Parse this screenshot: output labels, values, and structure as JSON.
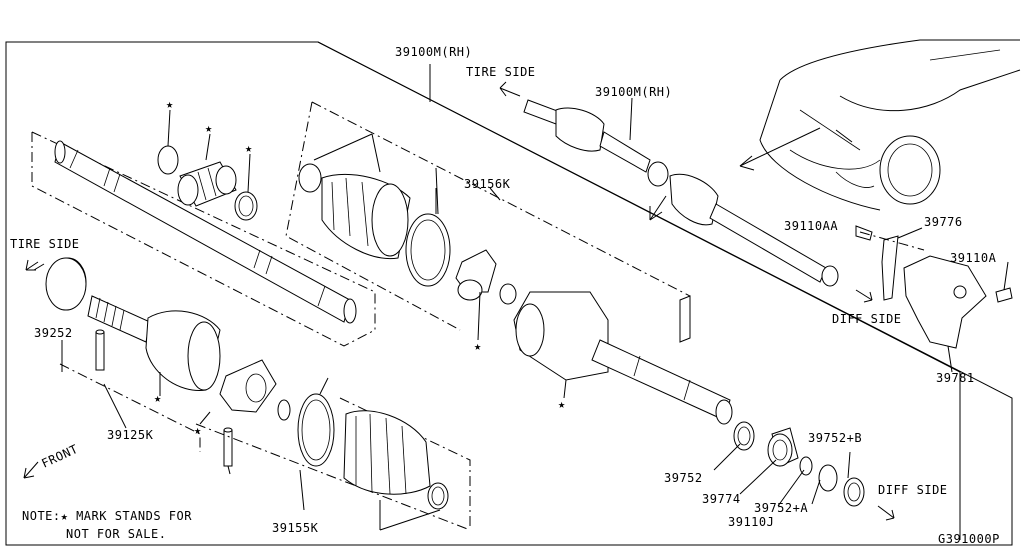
{
  "labels": {
    "drive_shaft_rh_main": "39100M(RH)",
    "drive_shaft_rh_small": "39100M(RH)",
    "tire_side_top": "TIRE SIDE",
    "tire_side_left": "TIRE SIDE",
    "diff_side_right": "DIFF SIDE",
    "diff_side_bottom": "DIFF SIDE",
    "front": "FRONT",
    "boot_kit_diff": "39156K",
    "boot_kit_tire": "39155K",
    "joint_tire": "39125K",
    "dust_shield": "39252",
    "bolt_aa": "39110AA",
    "bolt_a": "39110A",
    "bracket": "39776",
    "support": "39781",
    "seal_39752": "39752",
    "bearing_39774": "39774",
    "snap_39110j": "39110J",
    "seal_plus_a": "39752+A",
    "seal_plus_b": "39752+B",
    "figure_code": "G391000P",
    "star": "★"
  },
  "note": {
    "line1": "NOTE:★ MARK STANDS FOR",
    "line2": "NOT FOR SALE."
  }
}
